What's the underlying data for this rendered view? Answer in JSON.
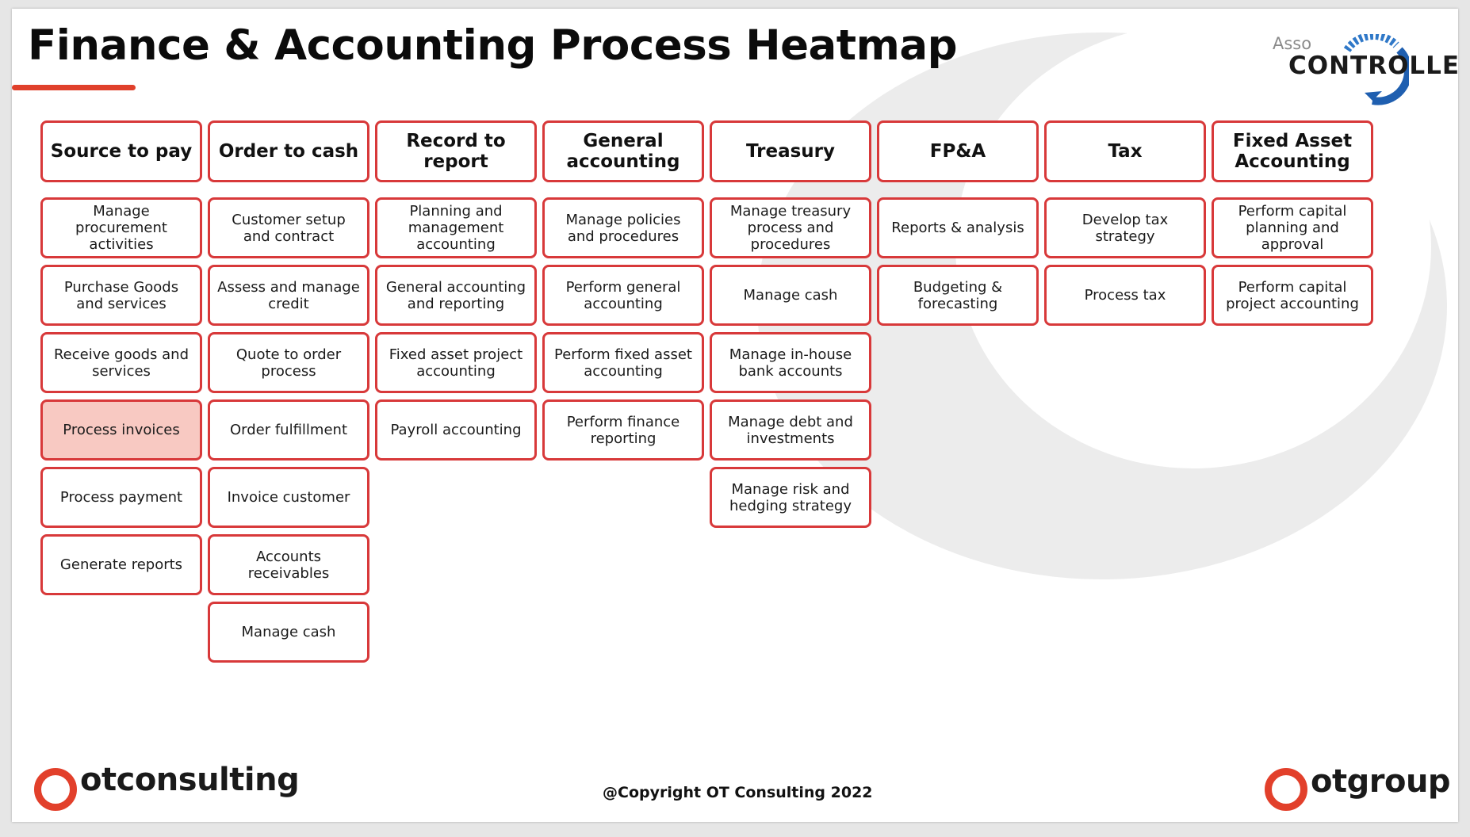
{
  "title": "Finance & Accounting Process Heatmap",
  "brand": {
    "asso": "Asso",
    "controller": "CONTROLLER"
  },
  "columns": [
    {
      "header": "Source to pay",
      "items": [
        "Manage procurement activities",
        "Purchase Goods and services",
        "Receive goods and services",
        "Process invoices",
        "Process payment",
        "Generate reports"
      ]
    },
    {
      "header": "Order to cash",
      "items": [
        "Customer setup and contract",
        "Assess and manage credit",
        "Quote to order process",
        "Order fulfillment",
        "Invoice customer",
        "Accounts receivables",
        "Manage cash"
      ]
    },
    {
      "header": "Record to report",
      "items": [
        "Planning and management accounting",
        "General accounting and reporting",
        "Fixed asset project accounting",
        "Payroll accounting"
      ]
    },
    {
      "header": "General accounting",
      "items": [
        "Manage policies and procedures",
        "Perform general accounting",
        "Perform fixed asset accounting",
        "Perform finance reporting"
      ]
    },
    {
      "header": "Treasury",
      "items": [
        "Manage treasury process and procedures",
        "Manage cash",
        "Manage in-house bank accounts",
        "Manage debt and investments",
        "Manage risk and hedging strategy"
      ]
    },
    {
      "header": "FP&A",
      "items": [
        "Reports & analysis",
        "Budgeting & forecasting"
      ]
    },
    {
      "header": "Tax",
      "items": [
        "Develop tax strategy",
        "Process tax"
      ]
    },
    {
      "header": "Fixed Asset Accounting",
      "items": [
        "Perform capital planning and approval",
        "Perform capital project accounting"
      ]
    }
  ],
  "highlighted": [
    "Process invoices"
  ],
  "colors": {
    "accent": "#d8393a",
    "highlight_fill": "#f8c9c2",
    "title_bar": "#e0402b",
    "logo_ring": "#e2402b"
  },
  "footer": {
    "left_logo": "otconsulting",
    "copyright": "@Copyright OT Consulting 2022",
    "right_logo": "otgroup"
  }
}
